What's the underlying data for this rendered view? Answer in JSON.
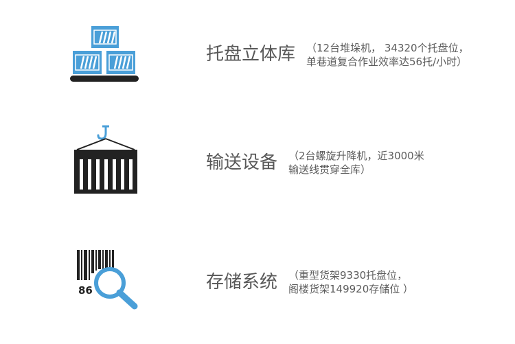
{
  "features": [
    {
      "title": "托盘立体库",
      "desc_line1": "（12台堆垛机， 34320个托盘位，",
      "desc_line2": "单巷道复合作业效率达56托/小时）"
    },
    {
      "title": "输送设备",
      "desc_line1": "（2台螺旋升降机，近3000米",
      "desc_line2": "输送线贯穿全库）"
    },
    {
      "title": "存储系统",
      "desc_line1": "（重型货架9330托盘位，",
      "desc_line2": "阁楼货架149920存储位 ）",
      "barcode_number": "86"
    }
  ],
  "colors": {
    "accent_blue": "#4a9fd8",
    "dark": "#222222",
    "text": "#585858"
  },
  "icons": [
    "stacked-boxes-pallet-icon",
    "container-crane-icon",
    "barcode-search-icon"
  ]
}
